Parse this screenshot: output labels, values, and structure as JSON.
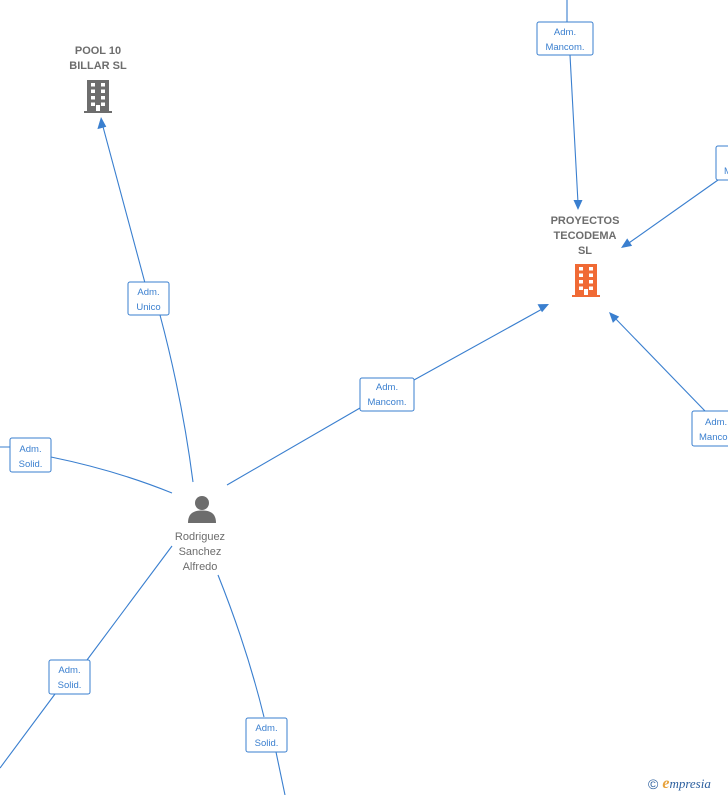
{
  "diagram": {
    "companies": [
      {
        "id": "pool10",
        "label_lines": [
          "POOL 10",
          "BILLAR SL"
        ],
        "highlight": false
      },
      {
        "id": "proyectos",
        "label_lines": [
          "PROYECTOS",
          "TECODEMA",
          "SL"
        ],
        "highlight": true
      }
    ],
    "people": [
      {
        "id": "rodriguez",
        "label_lines": [
          "Rodriguez",
          "Sanchez",
          "Alfredo"
        ]
      }
    ],
    "roles": [
      {
        "id": "role-top-mancom",
        "lines": [
          "Adm.",
          "Mancom."
        ]
      },
      {
        "id": "role-right-top",
        "lines": [
          "M"
        ]
      },
      {
        "id": "role-adm-unico",
        "lines": [
          "Adm.",
          "Unico"
        ]
      },
      {
        "id": "role-center-mancom",
        "lines": [
          "Adm.",
          "Mancom."
        ]
      },
      {
        "id": "role-right-mid",
        "lines": [
          "Adm.",
          "Manco"
        ]
      },
      {
        "id": "role-left-solid",
        "lines": [
          "Adm.",
          "Solid."
        ]
      },
      {
        "id": "role-bottom-left-solid",
        "lines": [
          "Adm.",
          "Solid."
        ]
      },
      {
        "id": "role-bottom-solid",
        "lines": [
          "Adm.",
          "Solid."
        ]
      }
    ],
    "colors": {
      "edge": "#3a7fcf",
      "company_icon": "#6d6d6d",
      "company_icon_highlight": "#f06a35",
      "person_icon": "#6d6d6d",
      "label": "#6d6d6d"
    }
  },
  "watermark": {
    "copyright_symbol": "©",
    "brand_initial": "e",
    "brand_rest": "mpresia"
  }
}
